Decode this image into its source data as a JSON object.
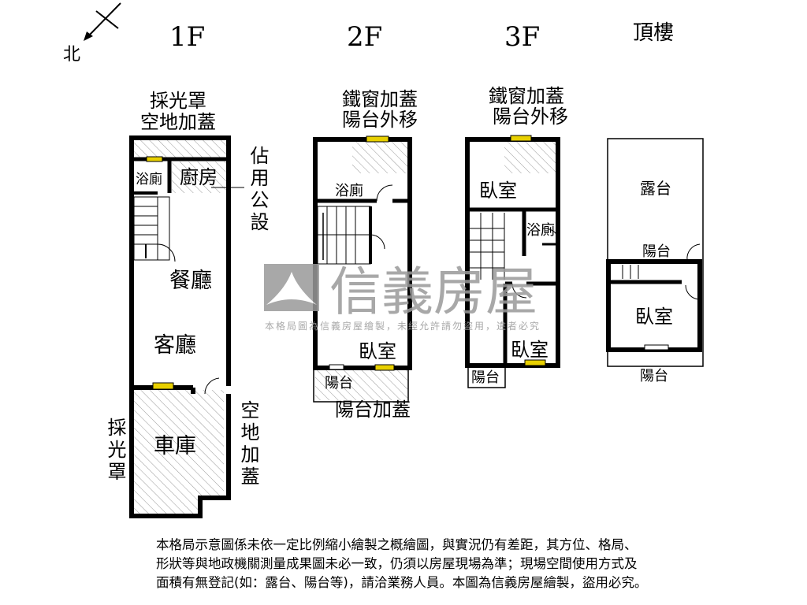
{
  "compass": {
    "north_label": "北"
  },
  "floors": [
    {
      "title": "1F",
      "labels": {
        "top_cover_1": "採光罩",
        "top_cover_2": "空地加蓋",
        "bath": "浴廁",
        "kitchen": "廚房",
        "public": "佔用公設",
        "dining": "餐廳",
        "living": "客廳",
        "garage": "車庫",
        "skylight": "採光罩",
        "yard": "空地加蓋"
      }
    },
    {
      "title": "2F",
      "labels": {
        "top_1": "鐵窗加蓋",
        "top_2": "陽台外移",
        "bath": "浴廁",
        "bedroom": "臥室",
        "balcony": "陽台",
        "balcony_cover": "陽台加蓋"
      }
    },
    {
      "title": "3F",
      "labels": {
        "top_1": "鐵窗加蓋",
        "top_2": "陽台外移",
        "bedroom1": "臥室",
        "bath": "浴廁",
        "bedroom2": "臥室",
        "balcony": "陽台"
      }
    },
    {
      "title": "頂樓",
      "labels": {
        "terrace": "露台",
        "balcony_top": "陽台",
        "bedroom": "臥室",
        "balcony_bottom": "陽台"
      }
    }
  ],
  "watermark": {
    "brand": "信義房屋",
    "subtitle": "本格局圖為信義房屋繪製，未經允許請勿盜用，違者必究",
    "color": "#9a9a9a"
  },
  "window_color": "#e8d000",
  "note": {
    "lines": [
      "本格局示意圖係未依一定比例縮小繪製之概繪圖，與實況仍有差距，其方位、格局、",
      "形狀等與地政機關測量成果圖未必一致，仍須以房屋現場為準；現場空間使用方式及",
      "面積有無登記(如：露台、陽台等)，請洽業務人員。本圖為信義房屋繪製，盜用必究。"
    ]
  }
}
